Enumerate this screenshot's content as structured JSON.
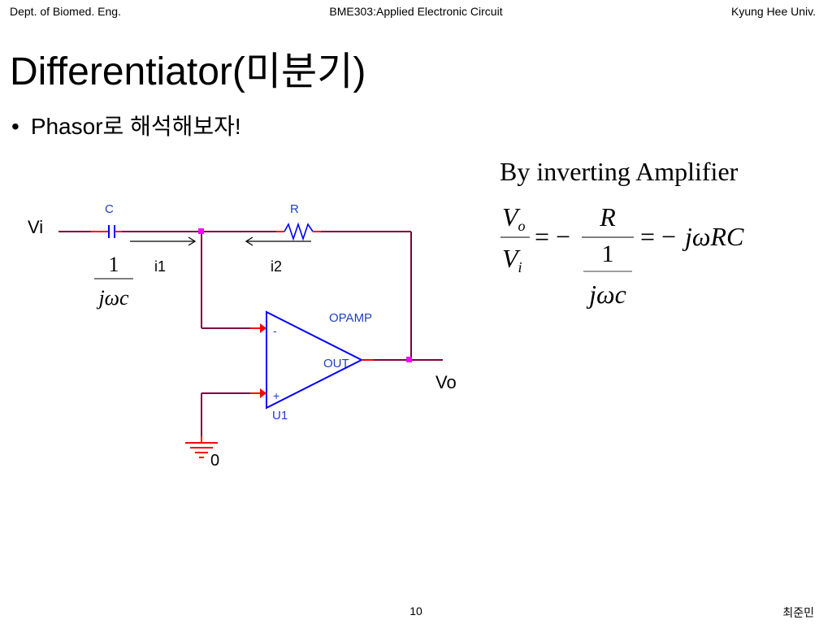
{
  "header": {
    "left": "Dept. of Biomed. Eng.",
    "center": "BME303:Applied Electronic Circuit",
    "right": "Kyung Hee Univ."
  },
  "title": "Differentiator(미분기)",
  "bullet": "Phasor로 해석해보자!",
  "circuit": {
    "input_label": "Vi",
    "input_label_sub": "i",
    "output_label": "Vo",
    "output_label_sub": "o",
    "capacitor_label": "C",
    "resistor_label": "R",
    "current1_label": "i1",
    "current2_label": "i2",
    "cap_impedance_num": "1",
    "cap_impedance_den": "jωc",
    "opamp_name": "OPAMP",
    "opamp_ref": "U1",
    "opamp_out": "OUT",
    "opamp_minus": "-",
    "opamp_plus": "+",
    "ground_label": "0",
    "colors": {
      "wire": "#800040",
      "opamp": "#0000ff",
      "component": "#ff0000",
      "node": "#ff00ff",
      "label": "#1f3fbf"
    }
  },
  "equation": {
    "heading": "By inverting Amplifier",
    "lhs_num": "V",
    "lhs_num_sub": "o",
    "lhs_den": "V",
    "lhs_den_sub": "i",
    "eq1": "= −",
    "r_num": "R",
    "inner_num": "1",
    "inner_den": "jωc",
    "eq2": "= −",
    "result": "jωRC"
  },
  "footer": {
    "page": "10",
    "author": "최준민"
  }
}
